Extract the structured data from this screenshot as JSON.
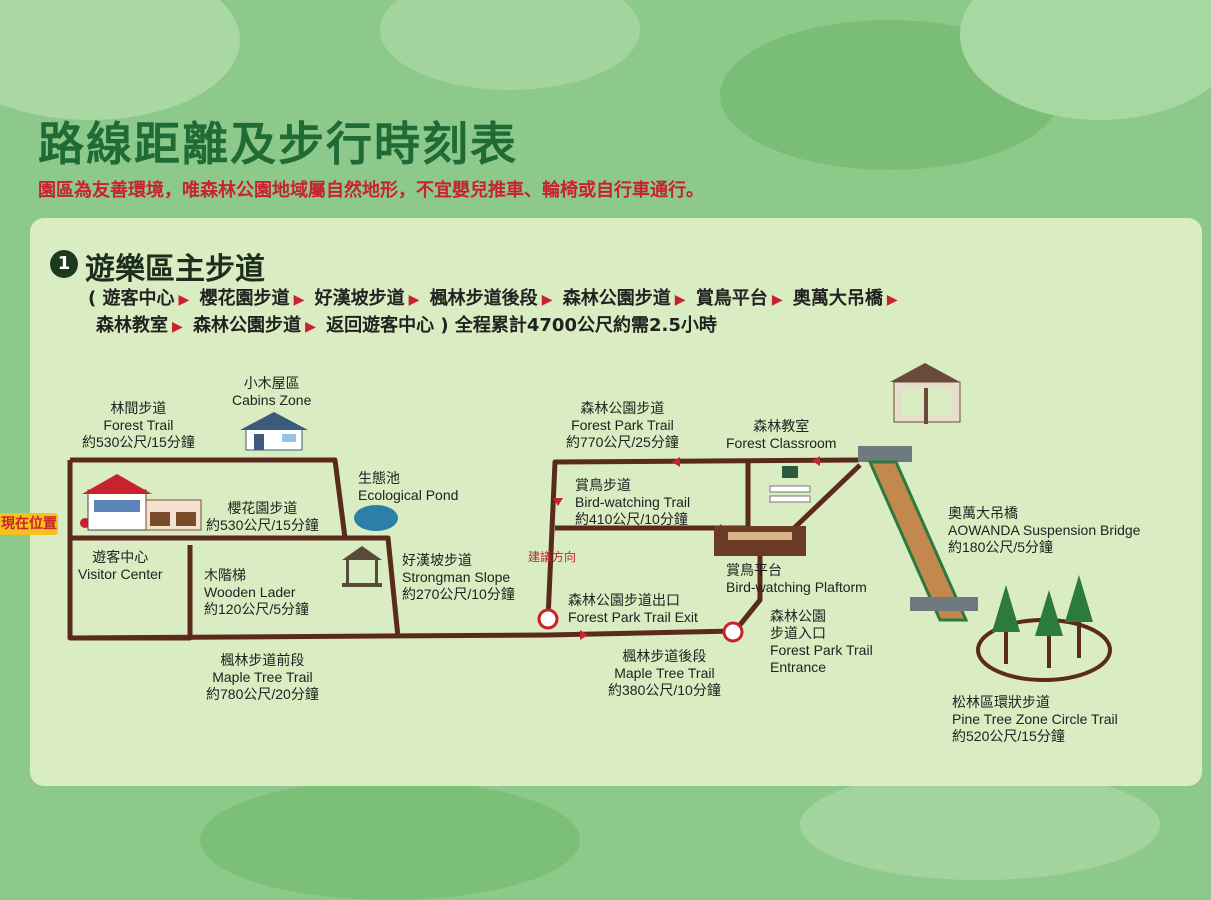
{
  "colors": {
    "background": "#8dc98a",
    "panel": "#d9ecc2",
    "title": "#1f6b35",
    "warning": "#c8232c",
    "trail": "#5a2a1c",
    "marker": "#c8232c",
    "you_are_here": "#f4c21a"
  },
  "header": {
    "title": "路線距離及步行時刻表",
    "notice": "園區為友善環境，唯森林公園地域屬自然地形，不宜嬰兒推車、輪椅或自行車通行。"
  },
  "section": {
    "number": "1",
    "title": "遊樂區主步道",
    "route_line1": [
      "( 遊客中心",
      "櫻花園步道",
      "好漢坡步道",
      "楓林步道後段",
      "森林公園步道",
      "賞鳥平台",
      "奧萬大吊橋"
    ],
    "route_line2": [
      "森林教室",
      "森林公園步道",
      "返回遊客中心 ) 全程累計4700公尺約需2.5小時"
    ]
  },
  "map": {
    "you_are_here": "現在位置",
    "direction_label": "建議方向",
    "labels": {
      "forest_trail": {
        "zh": "林間步道",
        "en": "Forest Trail",
        "dist": "約530公尺/15分鐘"
      },
      "cabins_zone": {
        "zh": "小木屋區",
        "en": "Cabins Zone"
      },
      "ecological_pond": {
        "zh": "生態池",
        "en": "Ecological Pond"
      },
      "cherry_trail": {
        "zh": "櫻花園步道",
        "dist": "約530公尺/15分鐘"
      },
      "visitor_center": {
        "zh": "遊客中心",
        "en": "Visitor Center"
      },
      "wooden_lader": {
        "zh": "木階梯",
        "en": "Wooden Lader",
        "dist": "約120公尺/5分鐘"
      },
      "strongman_slope": {
        "zh": "好漢坡步道",
        "en": "Strongman Slope",
        "dist": "約270公尺/10分鐘"
      },
      "maple_front": {
        "zh": "楓林步道前段",
        "en": "Maple Tree Trail",
        "dist": "約780公尺/20分鐘"
      },
      "forest_park_trail": {
        "zh": "森林公園步道",
        "en": "Forest Park Trail",
        "dist": "約770公尺/25分鐘"
      },
      "birdwatching_trail": {
        "zh": "賞鳥步道",
        "en": "Bird-watching Trail",
        "dist": "約410公尺/10分鐘"
      },
      "forest_classroom": {
        "zh": "森林教室",
        "en": "Forest Classroom"
      },
      "forest_park_exit": {
        "zh": "森林公園步道出口",
        "en": "Forest Park Trail Exit"
      },
      "maple_back": {
        "zh": "楓林步道後段",
        "en": "Maple Tree Trail",
        "dist": "約380公尺/10分鐘"
      },
      "bird_platform": {
        "zh": "賞鳥平台",
        "en": "Bird-watching Plaftorm"
      },
      "forest_park_entrance": {
        "zh1": "森林公園",
        "zh2": "步道入口",
        "en1": "Forest Park Trail",
        "en2": "Entrance"
      },
      "suspension_bridge": {
        "zh": "奧萬大吊橋",
        "en": "AOWANDA Suspension Bridge",
        "dist": "約180公尺/5分鐘"
      },
      "pine_circle": {
        "zh": "松林區環狀步道",
        "en": "Pine Tree Zone Circle Trail",
        "dist": "約520公尺/15分鐘"
      }
    }
  }
}
